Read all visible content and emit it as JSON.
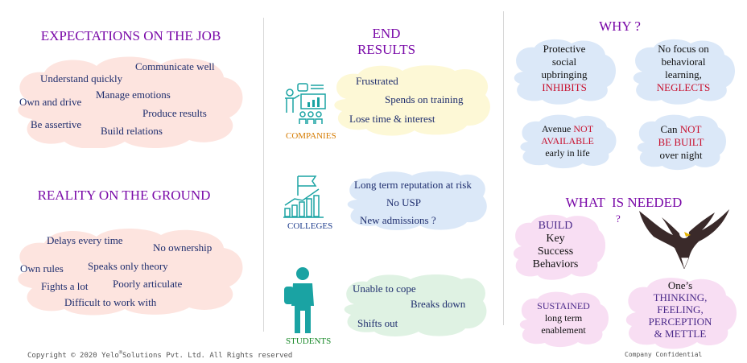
{
  "expectations": {
    "title": "EXPECTATIONS ON THE JOB",
    "items": [
      "Communicate  well",
      "Understand quickly",
      "Manage emotions",
      "Own  and drive",
      "Produce results",
      "Be assertive",
      "Build relations"
    ]
  },
  "reality": {
    "title": "REALITY ON THE GROUND",
    "items": [
      "Delays  every time",
      "No ownership",
      "Own rules",
      "Speaks only theory",
      "Fights  a lot",
      "Poorly articulate",
      "Difficult to  work with"
    ]
  },
  "end_results": {
    "title": "END RESULTS",
    "companies": {
      "label": "COMPANIES",
      "items": [
        "Frustrated",
        "Spends on training",
        "Lose time & interest"
      ]
    },
    "colleges": {
      "label": "COLLEGES",
      "items": [
        "Long term reputation at risk",
        "No USP",
        "New admissions ?"
      ]
    },
    "students": {
      "label": "STUDENTS",
      "items": [
        "Unable to cope",
        "Breaks  down",
        "Shifts out"
      ]
    }
  },
  "why": {
    "title": "WHY ?",
    "box1": {
      "line1": "Protective",
      "line2": "social",
      "line3": "upbringing",
      "emph": "INHIBITS"
    },
    "box2": {
      "line1": "No focus on",
      "line2": "behavioral",
      "line3": "learning,",
      "emph": "NEGLECTS"
    },
    "box3": {
      "line1": "Avenue ",
      "emph1": "NOT",
      "emph2": "AVAILABLE",
      "line3": "early in life"
    },
    "box4": {
      "line1": "Can ",
      "emph1": "NOT",
      "emph2": "BE BUILT",
      "line3": "over night"
    }
  },
  "needed": {
    "title": "WHAT  IS NEEDED",
    "qmark": "?",
    "box1": {
      "emph": "BUILD",
      "line2": "Key",
      "line3": "Success",
      "line4": "Behaviors"
    },
    "box2": {
      "emph": "SUSTAINED",
      "line2": "long term",
      "line3": "enablement"
    },
    "box3": {
      "line1": "One’s",
      "line2": "THINKING,",
      "line3": "FEELING,",
      "line4": "PERCEPTION",
      "line5": "& METTLE"
    }
  },
  "footer": {
    "copyright_pre": "Copyright © 2020 Yelo",
    "reg": "®",
    "copyright_post": "Solutions Pvt. Ltd. All Rights reserved",
    "confidential": "Company Confidential"
  },
  "colors": {
    "heading": "#7a0aa8",
    "pink_cloud": "#fde4df",
    "yellow_cloud": "#fdf8d6",
    "blue_cloud": "#dbe8f8",
    "green_cloud": "#dff2e3",
    "teal_icon": "#1aa3a3"
  }
}
